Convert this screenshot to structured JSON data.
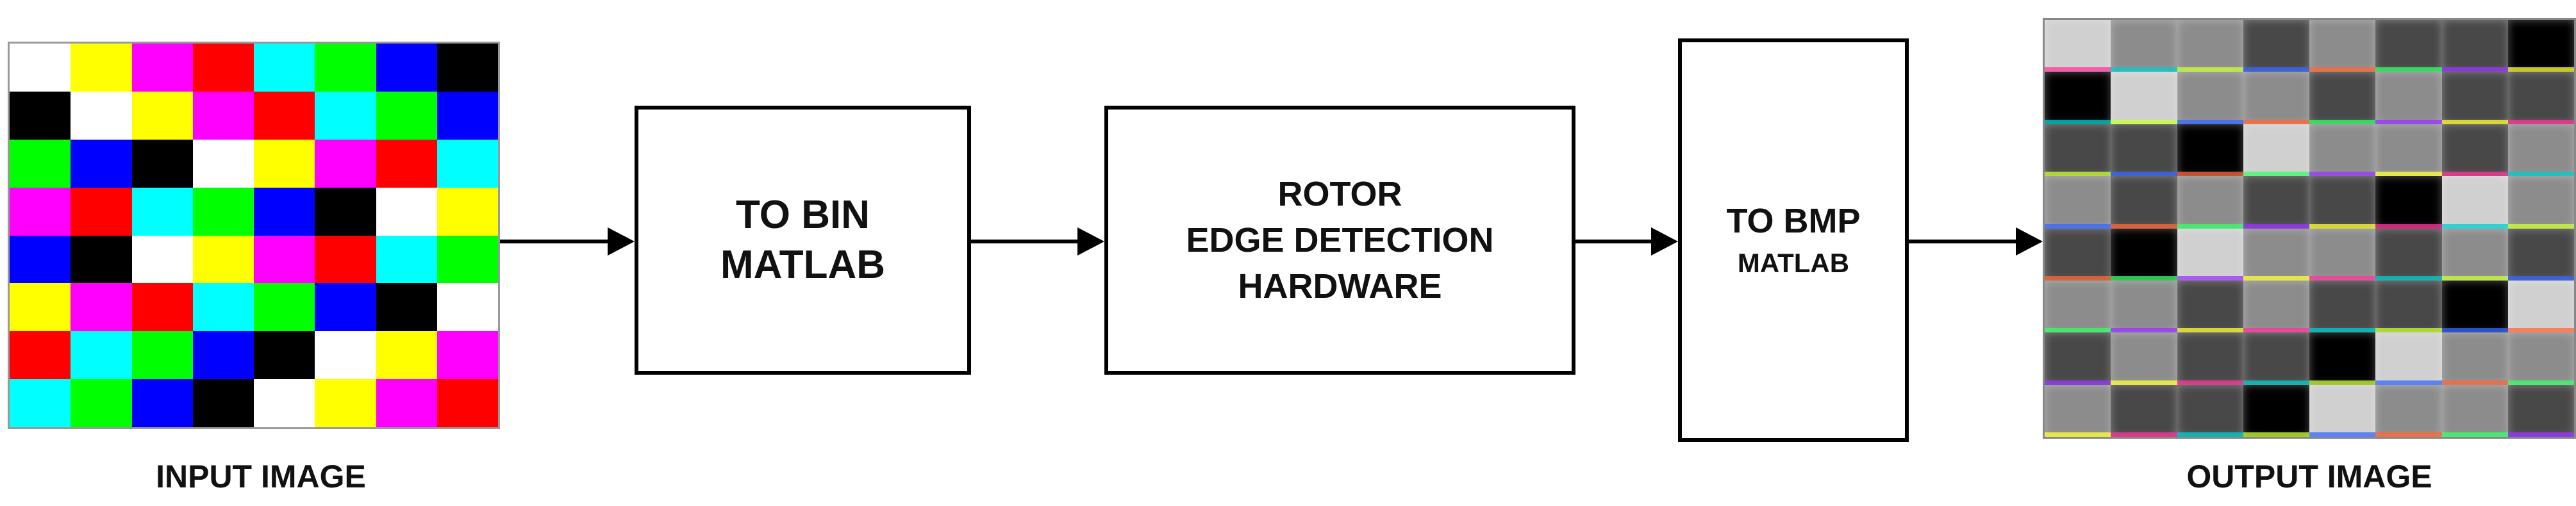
{
  "input_image": {
    "caption": "INPUT IMAGE",
    "colors": {
      "W": "#ffffff",
      "Y": "#ffff00",
      "M": "#ff00ff",
      "R": "#ff0000",
      "C": "#00ffff",
      "G": "#00ff00",
      "B": "#0000ff",
      "K": "#000000"
    },
    "grid": [
      [
        "W",
        "Y",
        "M",
        "R",
        "C",
        "G",
        "B",
        "K"
      ],
      [
        "K",
        "W",
        "Y",
        "M",
        "R",
        "C",
        "G",
        "B"
      ],
      [
        "G",
        "B",
        "K",
        "W",
        "Y",
        "M",
        "R",
        "C"
      ],
      [
        "M",
        "R",
        "C",
        "G",
        "B",
        "K",
        "W",
        "Y"
      ],
      [
        "B",
        "K",
        "W",
        "Y",
        "M",
        "R",
        "C",
        "G"
      ],
      [
        "Y",
        "M",
        "R",
        "C",
        "G",
        "B",
        "K",
        "W"
      ],
      [
        "R",
        "C",
        "G",
        "B",
        "K",
        "W",
        "Y",
        "M"
      ],
      [
        "C",
        "G",
        "B",
        "K",
        "W",
        "Y",
        "M",
        "R"
      ]
    ]
  },
  "blocks": {
    "to_bin": {
      "line1": "TO BIN",
      "line2": "MATLAB"
    },
    "rotor": {
      "line1": "ROTOR",
      "line2": "EDGE DETECTION",
      "line3": "HARDWARE"
    },
    "to_bmp": {
      "line1": "TO BMP",
      "line2": "MATLAB"
    }
  },
  "output_image": {
    "caption": "OUTPUT IMAGE",
    "shades": [
      "#d0d0d0",
      "#8c8c8c",
      "#484848",
      "#000000"
    ],
    "grid": [
      [
        0,
        1,
        1,
        2,
        1,
        2,
        2,
        3
      ],
      [
        3,
        0,
        1,
        1,
        2,
        1,
        2,
        2
      ],
      [
        2,
        2,
        3,
        0,
        1,
        1,
        2,
        1
      ],
      [
        1,
        2,
        1,
        2,
        2,
        3,
        0,
        1
      ],
      [
        2,
        3,
        0,
        1,
        1,
        2,
        1,
        2
      ],
      [
        1,
        1,
        2,
        1,
        2,
        2,
        3,
        0
      ],
      [
        2,
        1,
        2,
        2,
        3,
        0,
        1,
        1
      ],
      [
        1,
        2,
        2,
        3,
        0,
        1,
        1,
        2
      ]
    ],
    "edge_colors": [
      "#ff3399",
      "#00cccc",
      "#ccff33",
      "#3366ff",
      "#ff6633",
      "#33ff66",
      "#9933ff",
      "#ffff33"
    ]
  }
}
